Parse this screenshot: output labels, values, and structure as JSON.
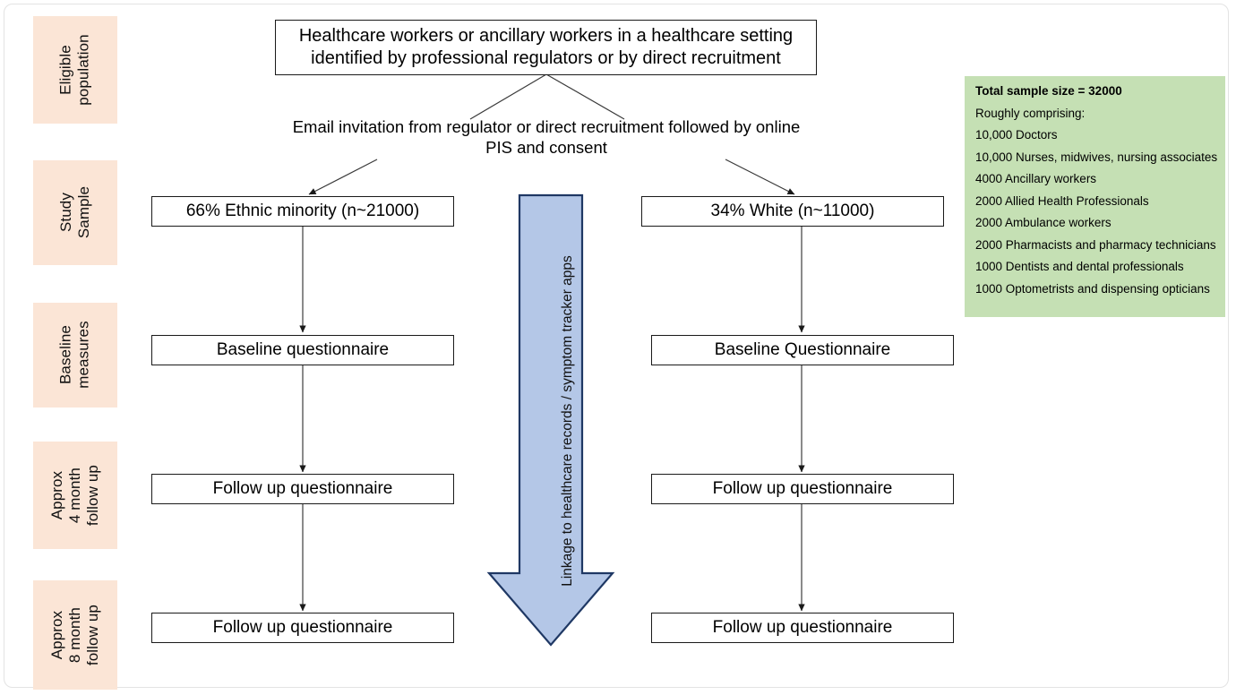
{
  "figure": {
    "title": "Study design flow diagram",
    "colors": {
      "stage_label_bg": "#fbe5d6",
      "info_panel_bg": "#c5e0b4",
      "arrow_fill": "#b4c7e7",
      "arrow_stroke": "#1f3864",
      "box_stroke": "#1a1a1a",
      "text": "#000000"
    }
  },
  "stages": [
    {
      "label": "Eligible\npopulation"
    },
    {
      "label": "Study\nSample"
    },
    {
      "label": "Baseline\nmeasures"
    },
    {
      "label": "Approx\n4 month\nfollow up"
    },
    {
      "label": "Approx\n8 month\nfollow up"
    }
  ],
  "nodes": {
    "eligible_population": "Healthcare workers or ancillary workers in a healthcare setting identified by professional regulators or by direct recruitment",
    "recruitment_caption": "Email invitation from regulator or direct recruitment followed by online PIS and consent",
    "ethnic_minority_arm": "66% Ethnic minority (n~21000)",
    "white_arm": "34% White (n~11000)",
    "baseline_left": "Baseline questionnaire",
    "baseline_right": "Baseline Questionnaire",
    "followup4_left": "Follow up questionnaire",
    "followup4_right": "Follow up questionnaire",
    "followup8_left": "Follow up questionnaire",
    "followup8_right": "Follow up questionnaire"
  },
  "linkage_arrow": {
    "label": "Linkage to healthcare records / symptom tracker apps"
  },
  "info_panel": {
    "lines": [
      {
        "text": "Total sample size = 32000",
        "bold": true
      },
      {
        "text": "Roughly comprising:",
        "bold": false
      },
      {
        "text": "10,000 Doctors",
        "bold": false
      },
      {
        "text": "10,000 Nurses, midwives, nursing associates",
        "bold": false
      },
      {
        "text": "4000 Ancillary workers",
        "bold": false
      },
      {
        "text": "2000 Allied Health Professionals",
        "bold": false
      },
      {
        "text": "2000 Ambulance workers",
        "bold": false
      },
      {
        "text": "2000 Pharmacists and pharmacy technicians",
        "bold": false
      },
      {
        "text": "1000 Dentists and dental professionals",
        "bold": false
      },
      {
        "text": "1000 Optometrists and dispensing opticians",
        "bold": false
      }
    ]
  }
}
